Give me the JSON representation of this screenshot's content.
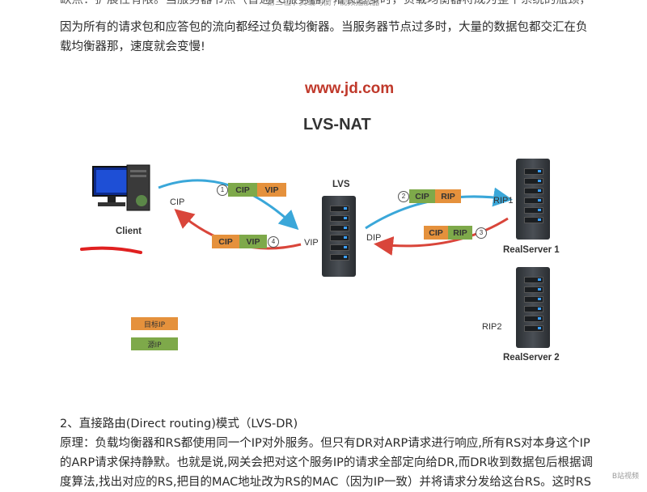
{
  "top": {
    "cut_line": "缺点：扩展性有限。当服务器节点（普通PC服务器）增长过多时，负载均衡器将成为整个系统的瓶颈，",
    "note": "第三位 / 负载均衡 / 视频播放器"
  },
  "intro_paragraph": {
    "line1": "因为所有的请求包和应答包的流向都经过负载均衡器。当服务器节点过多时，大量的数据包都交汇在负",
    "line2": "载均衡器那，速度就会变慢!"
  },
  "diagram": {
    "site": "www.jd.com",
    "title": "LVS-NAT",
    "client_label": "Client",
    "lvs_label": "LVS",
    "labels": {
      "cip": "CIP",
      "vip": "VIP",
      "dip": "DIP",
      "rip1": "RIP1",
      "rip2": "RIP2"
    },
    "server1_label": "RealServer 1",
    "server2_label": "RealServer 2",
    "packets": [
      {
        "num": "1",
        "left": "CIP",
        "right": "VIP"
      },
      {
        "num": "2",
        "left": "CIP",
        "right": "RIP"
      },
      {
        "num": "3",
        "left": "CIP",
        "right": "RIP"
      },
      {
        "num": "4",
        "left": "CIP",
        "right": "VIP"
      }
    ],
    "legend": {
      "target": "目标IP",
      "source": "源IP"
    },
    "colors": {
      "green": "#7ea94a",
      "orange": "#e5913c",
      "blue_arrow": "#3aa7d9",
      "red_arrow": "#d9453a"
    }
  },
  "section2": {
    "heading": "2、直接路由(Direct routing)模式（LVS-DR)",
    "line1": "原理：负载均衡器和RS都使用同一个IP对外服务。但只有DR对ARP请求进行响应,所有RS对本身这个IP",
    "line2": "的ARP请求保持静默。也就是说,网关会把对这个服务IP的请求全部定向给DR,而DR收到数据包后根据调",
    "line3": "度算法,找出对应的RS,把目的MAC地址改为RS的MAC（因为IP一致）并将请求分发给这台RS。这时RS"
  },
  "watermark": "B站视频"
}
